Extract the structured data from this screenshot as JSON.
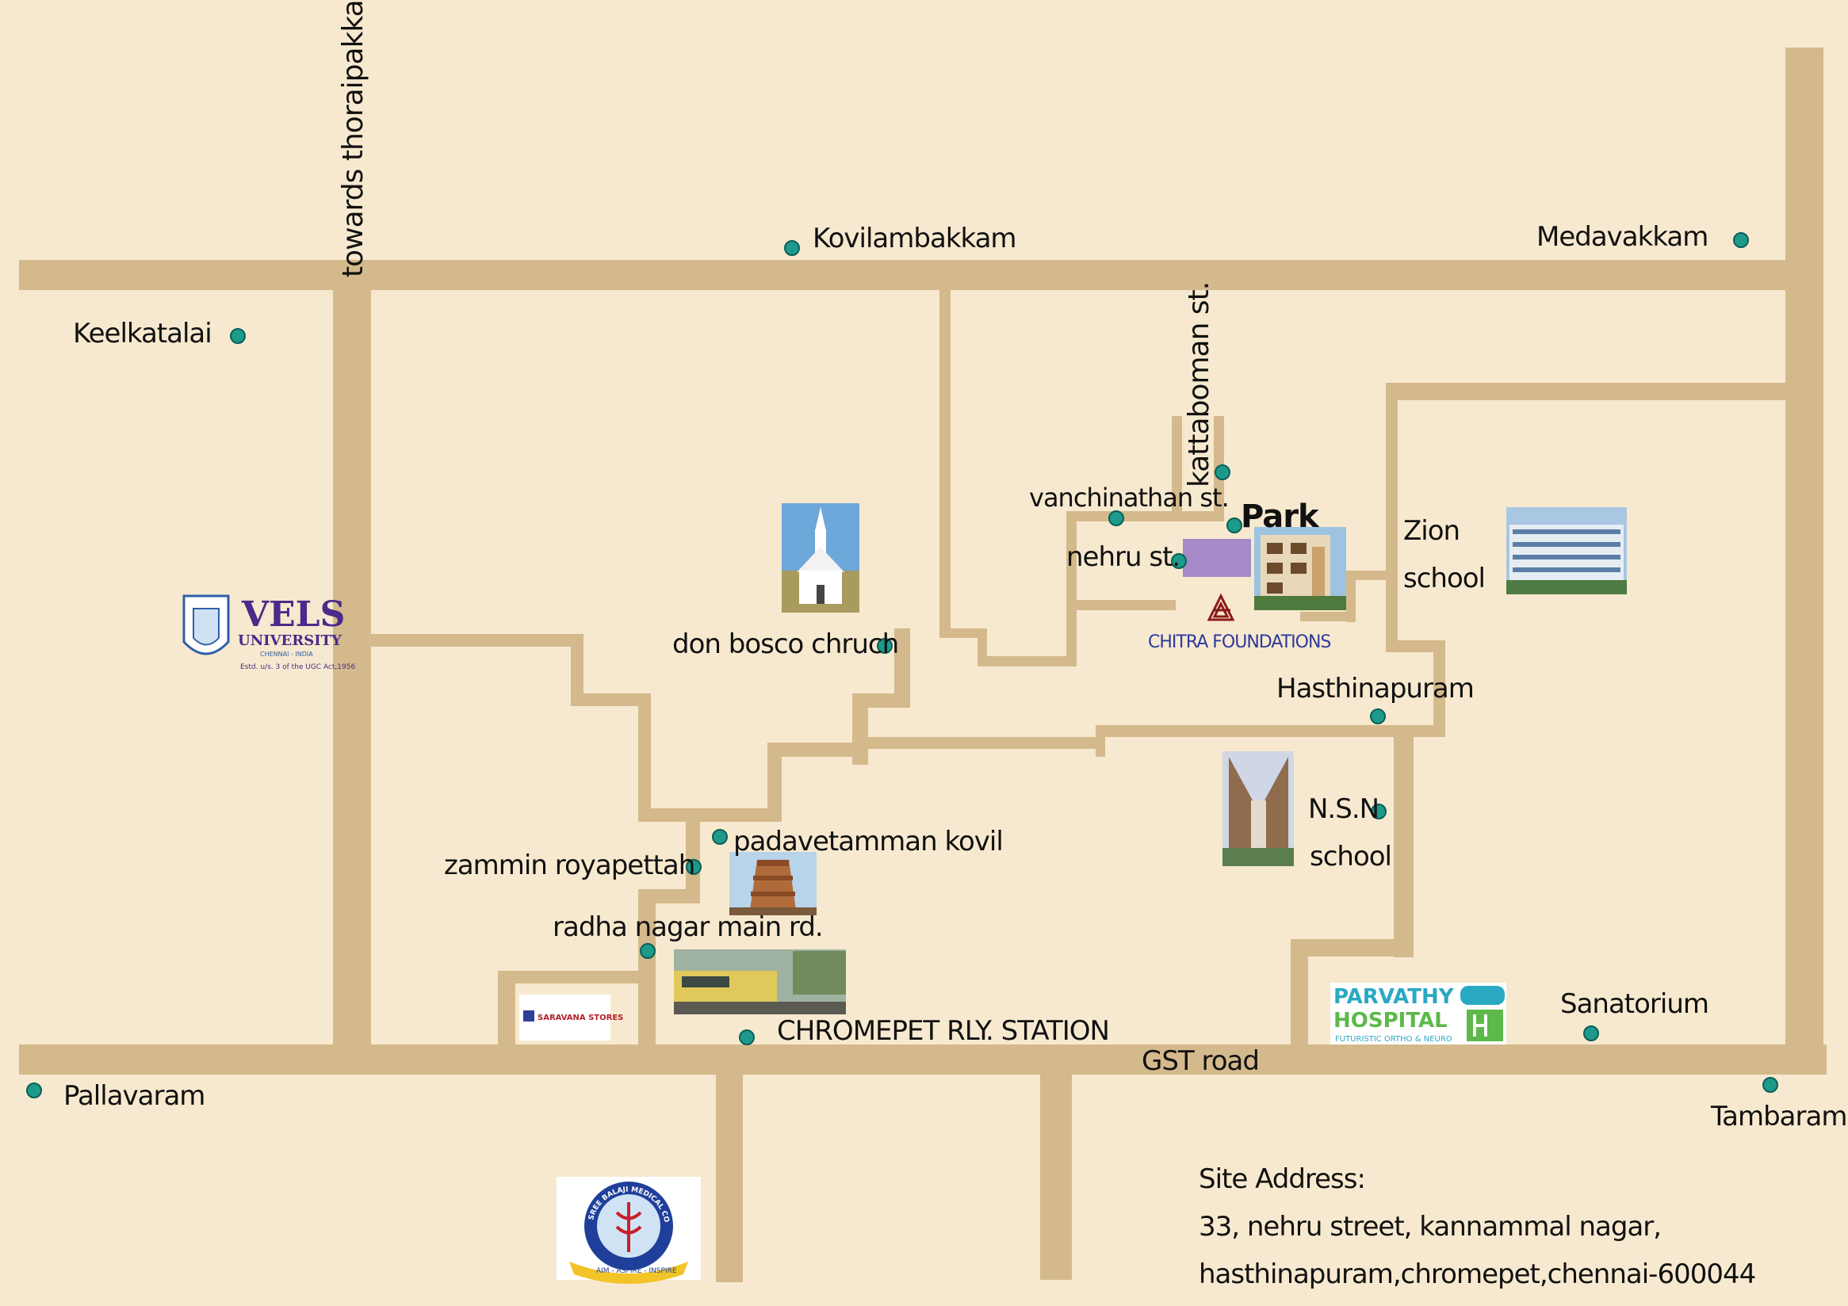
{
  "roads": {
    "thoraipakkam": "towards thoraipakkam",
    "kattaboman": "kattaboman st.",
    "vanchinathan": "vanchinathan st.",
    "nehru": "nehru st.",
    "radha_nagar": "radha nagar main rd.",
    "gst": "GST road"
  },
  "places": {
    "kovilambakkam": "Kovilambakkam",
    "medavakkam": "Medavakkam",
    "keelkatalai": "Keelkatalai",
    "park": "Park",
    "zion_1": "Zion",
    "zion_2": "school",
    "don_bosco": "don bosco chruch",
    "hasthinapuram": "Hasthinapuram",
    "nsn_1": "N.S.N",
    "nsn_2": "school",
    "padavetamman": "padavetamman kovil",
    "zammin": "zammin royapettah",
    "chromepet": "CHROMEPET RLY. STATION",
    "sanatorium": "Sanatorium",
    "pallavaram": "Pallavaram",
    "tambaram": "Tambaram"
  },
  "logos": {
    "vels_name": "VELS",
    "vels_sub": "UNIVERSITY",
    "vels_loc": "CHENNAI - INDIA",
    "vels_estd": "Estd. u/s. 3 of the UGC Act,1956",
    "chitra": "CHITRA FOUNDATIONS",
    "parvathy_1": "PARVATHY",
    "parvathy_2": "HOSPITAL",
    "parvathy_3": "FUTURISTIC ORTHO & NEURO",
    "saravana": "SARAVANA STORES",
    "balaji": "SREE BALAJI MEDICAL COLLEGE & HOSPITAL",
    "balaji_motto": "AIM - ASPIRE - INSPIRE"
  },
  "address": {
    "heading": "Site Address:",
    "line1": "33, nehru street, kannammal nagar,",
    "line2": "hasthinapuram,chromepet,chennai-600044"
  },
  "colors": {
    "background": "#f7e9cf",
    "road": "#d4b98c",
    "marker": "#1d9a8b",
    "site_plot": "#a58ac7"
  }
}
